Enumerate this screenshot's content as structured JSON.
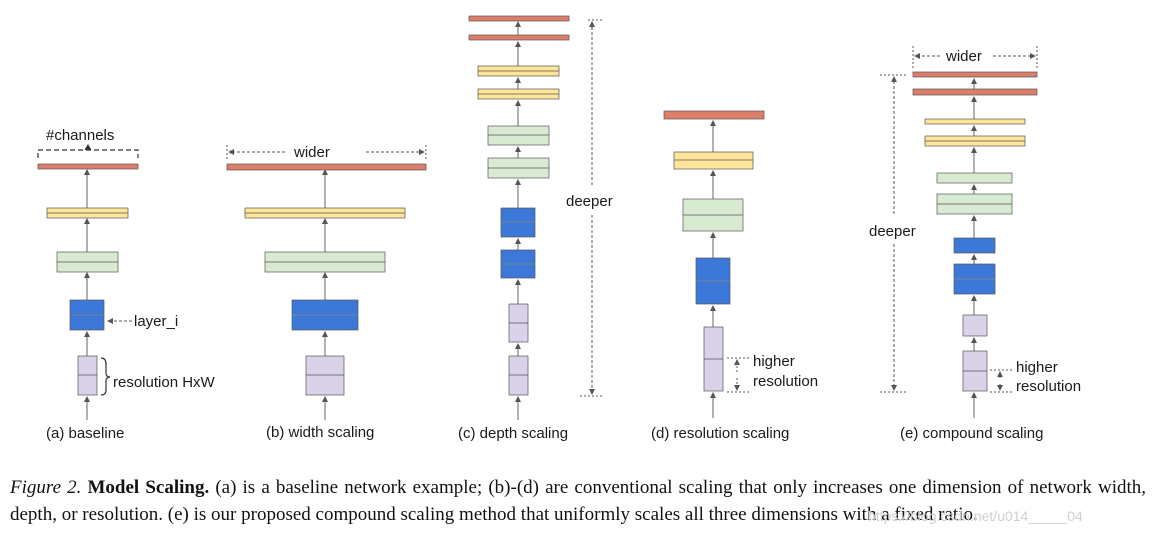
{
  "panels": [
    {
      "id": "a",
      "caption": "(a) baseline"
    },
    {
      "id": "b",
      "caption": "(b) width scaling"
    },
    {
      "id": "c",
      "caption": "(c) depth scaling"
    },
    {
      "id": "d",
      "caption": "(d) resolution scaling"
    },
    {
      "id": "e",
      "caption": "(e) compound scaling"
    }
  ],
  "annotations": {
    "channels": "#channels",
    "layer": "layer_i",
    "resolution": "resolution HxW",
    "wider_b": "wider",
    "deeper_c": "deeper",
    "higher_d": "higher",
    "resolution_d": "resolution",
    "wider_e": "wider",
    "deeper_e": "deeper",
    "higher_e": "higher",
    "resolution_e": "resolution"
  },
  "colors": {
    "red": "#dd7e6b",
    "yellow": "#ffe599",
    "green": "#d9ead3",
    "blue": "#3c78d8",
    "purple": "#d9d2e9",
    "stroke": "#555555",
    "arrow": "#666666"
  },
  "caption": {
    "fig_label": "Figure 2.",
    "title": "Model Scaling.",
    "text": "(a) is a baseline network example; (b)-(d) are conventional scaling that only increases one dimension of network width, depth, or resolution. (e) is our proposed compound scaling method that uniformly scales all three dimensions with a fixed ratio."
  },
  "watermark": "https://blog.csdn.net/u014_____04"
}
